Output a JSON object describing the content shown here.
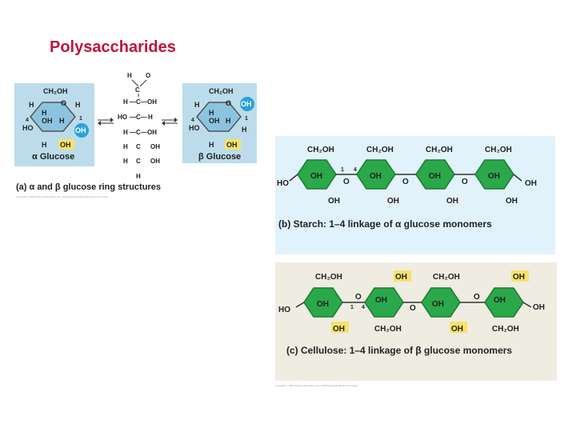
{
  "slide": {
    "title": "Polysaccharides"
  },
  "panel_a": {
    "alpha_label": "α Glucose",
    "beta_label": "β Glucose",
    "caption": "(a) α and β glucose ring structures",
    "copyright": "Copyright © 2005 Pearson Education, Inc. publishing as Pearson Benjamin Cummings",
    "ring_atoms": {
      "ch2oh": "CH₂OH",
      "h": "H",
      "o": "O",
      "oh": "OH",
      "ho": "HO",
      "c1": "1",
      "c4": "4"
    },
    "chain": {
      "top": [
        "H",
        "O"
      ],
      "rows": [
        [
          "H",
          "—C—",
          "OH"
        ],
        [
          "HO",
          "—C—",
          "H"
        ],
        [
          "H",
          "—C—",
          "OH"
        ],
        [
          "H",
          "C",
          "OH"
        ],
        [
          "H",
          "C",
          "OH"
        ]
      ],
      "bottom": "H"
    },
    "colors": {
      "ring": "#bcdcec",
      "highlight_blue": "#2aa2d8",
      "highlight_yellow": "#f7e26b"
    }
  },
  "panel_b": {
    "caption": "Starch: 1–4 linkage of α glucose monomers",
    "label": "(b)",
    "top_labels": [
      "CH₂OH",
      "CH₂OH",
      "CH₂OH",
      "CH₂OH"
    ],
    "ring_oh": [
      "OH",
      "OH",
      "OH",
      "OH"
    ],
    "bottom_oh": [
      "OH",
      "OH",
      "OH",
      "OH"
    ],
    "link_o": [
      "O",
      "O",
      "O"
    ],
    "left_end": "HO",
    "right_end": "OH",
    "link_numbers": [
      "1",
      "4"
    ],
    "colors": {
      "background": "#e2f2fb",
      "ring": "#2aa84a"
    }
  },
  "panel_c": {
    "caption": "Cellulose: 1–4 linkage of β glucose monomers",
    "label": "(c)",
    "top_labels": [
      "CH₂OH",
      "OH",
      "CH₂OH",
      "OH"
    ],
    "ring_oh": [
      "OH",
      "OH",
      "OH",
      "OH"
    ],
    "bottom_labels": [
      "OH",
      "CH₂OH",
      "OH",
      "CH₂OH"
    ],
    "link_o": [
      "O",
      "O",
      "O"
    ],
    "left_end": "HO",
    "right_end": "OH",
    "link_numbers": [
      "1",
      "4"
    ],
    "copyright": "Copyright © 2005 Pearson Education, Inc. publishing as Benjamin Cummings",
    "colors": {
      "background": "#efece2",
      "ring": "#2aa84a"
    }
  }
}
